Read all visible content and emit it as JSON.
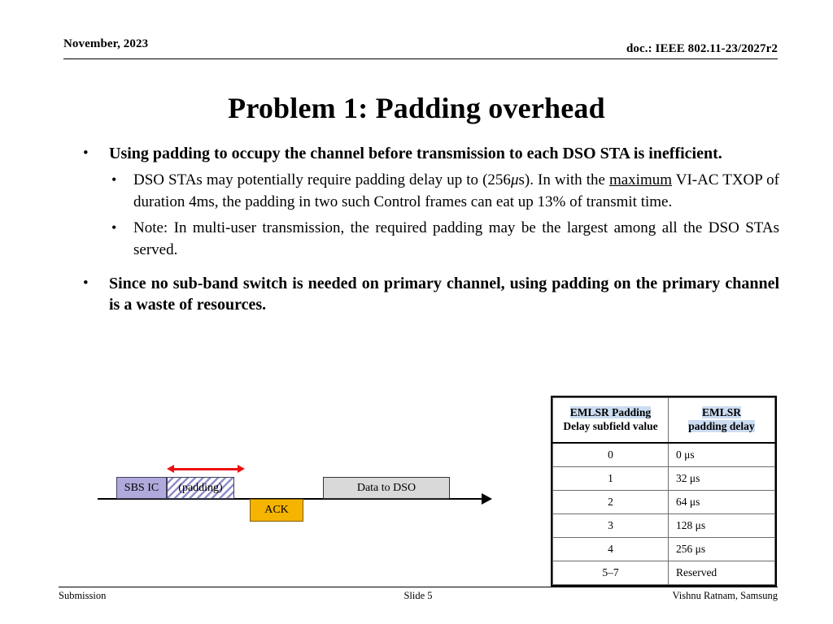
{
  "header": {
    "date": "November, 2023",
    "doc_id": "doc.: IEEE 802.11-23/2027r2"
  },
  "title": "Problem 1: Padding overhead",
  "bullets": {
    "b1": "Using padding to occupy the channel before transmission to each DSO STA is inefficient.",
    "b1_sub1_pre": "DSO STAs may potentially require padding delay up to (256",
    "b1_sub1_mu": "μ",
    "b1_sub1_mid": "s). In with the ",
    "b1_sub1_underline": "maximum",
    "b1_sub1_post": " VI-AC TXOP of duration 4ms, the padding in two such Control frames can eat up 13% of transmit time.",
    "b1_sub2": "Note: In multi-user transmission, the required padding may be the largest among all the DSO STAs served.",
    "b2": "Since no sub-band switch is needed on primary channel, using padding on the primary channel is a waste of resources.",
    "marker": "•"
  },
  "diagram": {
    "sbs_ic_label": "SBS IC",
    "padding_label": "(padding)",
    "ack_label": "ACK",
    "data_label": "Data to DSO",
    "colors": {
      "sbs_ic": "#b0aadc",
      "ack": "#f4b400",
      "data": "#d9d9d9",
      "padding_hatch": "#8e8ecb",
      "arrow": "#ee1111",
      "timeline": "#000000"
    }
  },
  "table": {
    "headers": {
      "col1_line1": "EMLSR Padding",
      "col1_line2": "Delay subfield value",
      "col2_line1": "EMLSR",
      "col2_line2": "padding delay"
    },
    "highlight_color": "#ccddf2",
    "rows": [
      {
        "value": "0",
        "delay": "0 μs"
      },
      {
        "value": "1",
        "delay": "32 μs"
      },
      {
        "value": "2",
        "delay": "64 μs"
      },
      {
        "value": "3",
        "delay": "128 μs"
      },
      {
        "value": "4",
        "delay": "256 μs"
      },
      {
        "value": "5–7",
        "delay": "Reserved"
      }
    ]
  },
  "footer": {
    "left": "Submission",
    "center": "Slide 5",
    "right": "Vishnu Ratnam, Samsung"
  }
}
